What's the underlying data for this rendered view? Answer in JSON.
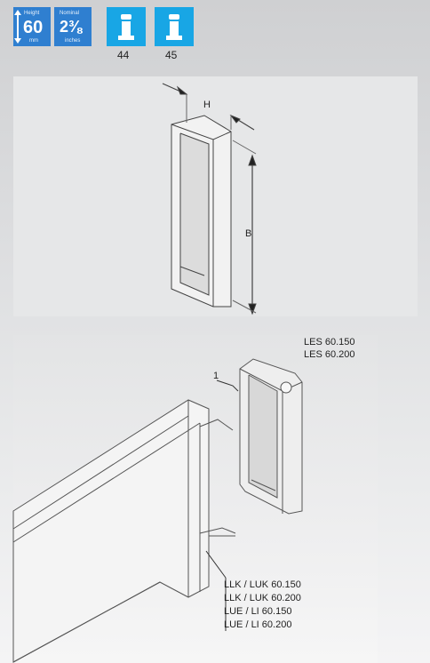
{
  "badges": {
    "height": {
      "label_top": "Height",
      "value": "60",
      "unit": "mm"
    },
    "nominal": {
      "label_top": "Nominal",
      "value": "2⅜",
      "unit": "inches"
    }
  },
  "info_icons": [
    {
      "icon": "info-icon",
      "number": "44"
    },
    {
      "icon": "info-icon",
      "number": "45"
    }
  ],
  "drawing1": {
    "label_h": "H",
    "label_b": "B"
  },
  "drawing2": {
    "part_number": "1",
    "end_cap_labels": [
      "LES 60.150",
      "LES 60.200"
    ],
    "part_labels": [
      "LLK / LUK 60.150",
      "LLK / LUK 60.200",
      "LUE / LI 60.150",
      "LUE / LI 60.200"
    ]
  }
}
